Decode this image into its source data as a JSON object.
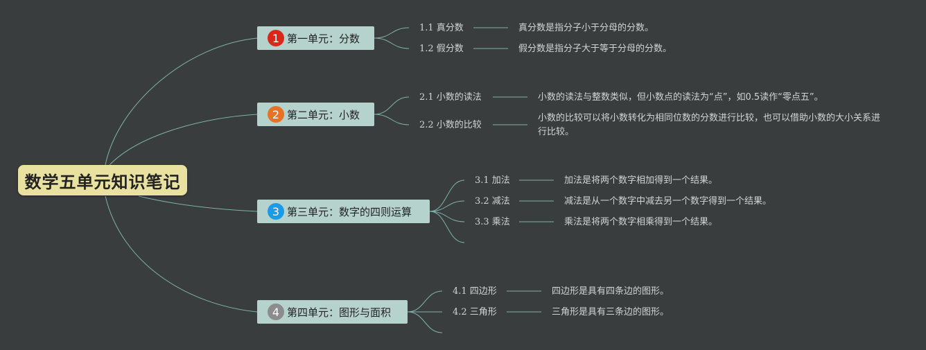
{
  "title": "数学五单元知识笔记",
  "colors": {
    "background": "#3a3d3e",
    "root_fill": "#e8e1a0",
    "unit_fill": "#b6d2cd",
    "connector": "#7fb3aa",
    "text_light": "#d2d5d4"
  },
  "units": [
    {
      "number": "1",
      "badge_color": "#d9281a",
      "label": "第一单元：分数",
      "topics": [
        {
          "label": "1.1 真分数",
          "desc": "真分数是指分子小于分母的分数。"
        },
        {
          "label": "1.2 假分数",
          "desc": "假分数是指分子大于等于分母的分数。"
        }
      ]
    },
    {
      "number": "2",
      "badge_color": "#e87224",
      "label": "第二单元：小数",
      "topics": [
        {
          "label": "2.1 小数的读法",
          "desc": "小数的读法与整数类似，但小数点的读法为“点”，如0.5读作“零点五”。"
        },
        {
          "label": "2.2 小数的比较",
          "desc": "小数的比较可以将小数转化为相同位数的分数进行比较，也可以借助小数的大小关系进行比较。"
        }
      ]
    },
    {
      "number": "3",
      "badge_color": "#1a9be6",
      "label": "第三单元：数字的四则运算",
      "topics": [
        {
          "label": "3.1 加法",
          "desc": "加法是将两个数字相加得到一个结果。"
        },
        {
          "label": "3.2 减法",
          "desc": "减法是从一个数字中减去另一个数字得到一个结果。"
        },
        {
          "label": "3.3 乘法",
          "desc": "乘法是将两个数字相乘得到一个结果。"
        }
      ]
    },
    {
      "number": "4",
      "badge_color": "#8c8c8c",
      "label": "第四单元：图形与面积",
      "topics": [
        {
          "label": "4.1 四边形",
          "desc": "四边形是具有四条边的图形。"
        },
        {
          "label": "4.2 三角形",
          "desc": "三角形是具有三条边的图形。"
        }
      ]
    }
  ]
}
